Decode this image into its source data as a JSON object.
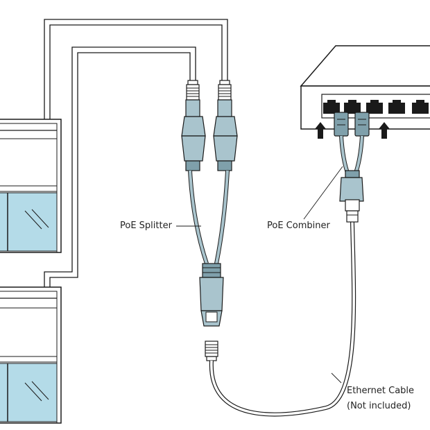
{
  "labels": {
    "splitter": "PoE Splitter",
    "combiner": "PoE Combiner",
    "ethernet_line1": "Ethernet Cable",
    "ethernet_line2": "(Not included)"
  },
  "colors": {
    "line": "#1a1a1a",
    "connector": "#a9c4cd",
    "connector_dark": "#7fa0ab",
    "glass": "#b4dbe8",
    "switch_face": "#ffffff",
    "port": "#1a1a1a"
  },
  "icons": {
    "arrow": "up-arrow-icon",
    "port": "ethernet-port-icon"
  }
}
